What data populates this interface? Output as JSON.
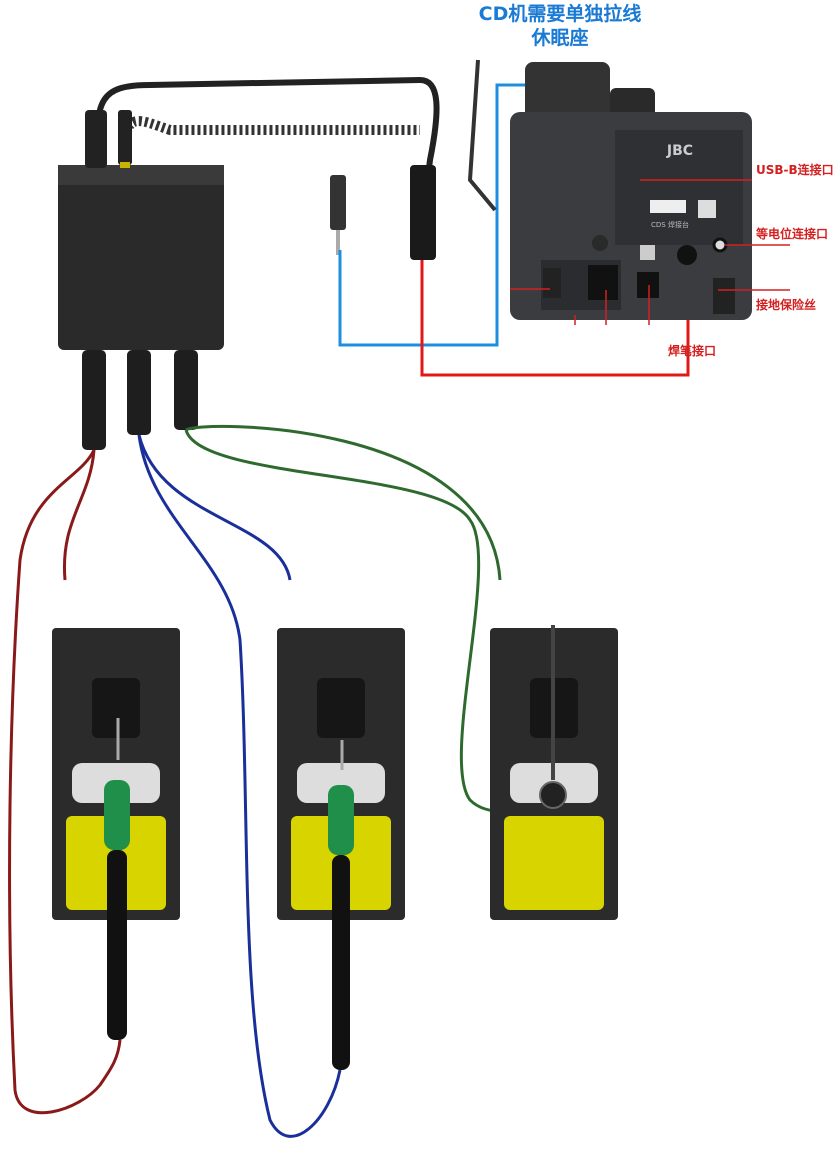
{
  "title": {
    "line1": "CD机需要单独拉线",
    "line2": "休眠座"
  },
  "station": {
    "brand": "JBC",
    "model_label": "CDS 焊接台"
  },
  "labels": {
    "usb_b": "USB-B连接口",
    "equipotential": "等电位连接口",
    "ground_fuse": "接地保险丝",
    "iron_port": "焊笔接口"
  },
  "colors": {
    "signal_line": "#1e8fe0",
    "iron_line": "#e01818",
    "cable_red": "#8a1a1a",
    "cable_blue": "#1a2f9a",
    "cable_green": "#2e6a2e",
    "pad_yellow": "#d8d400"
  }
}
